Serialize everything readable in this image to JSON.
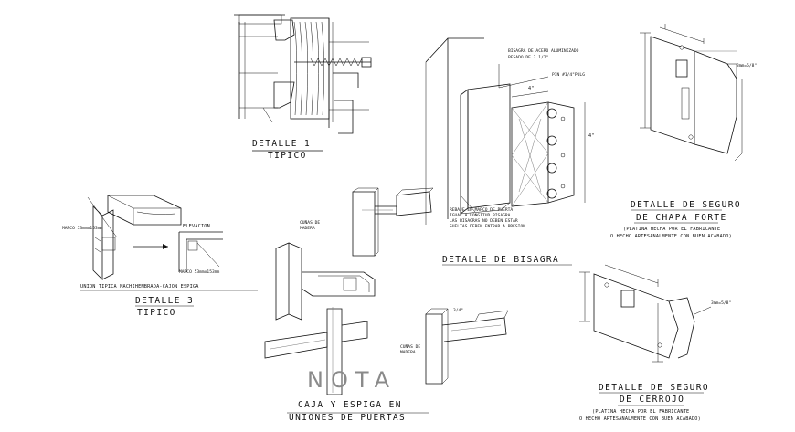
{
  "detalle1": {
    "title": "DETALLE 1",
    "sub": "TIPICO"
  },
  "detalle3": {
    "title": "DETALLE 3",
    "sub": "TIPICO",
    "caption": "UNION TIPICA MACHIHEMBRADA-CAJON ESPIGA",
    "marco_label": "MARCO 53mmx153mm",
    "elevacion": "ELEVACION",
    "marco_label_2": "MARCO 53mmx153mm"
  },
  "caja_espiga": {
    "line1": "CAJA Y ESPIGA EN",
    "line2": "UNIONES DE PUERTAS",
    "nota": "NOTA",
    "cunas1": "CUÑAS DE MADERA",
    "cunas2": "CUÑAS DE MADERA",
    "dim": "3/4\""
  },
  "bisagra": {
    "title": "DETALLE DE BISAGRA",
    "spec": "BISAGRA DE ACERO ALUMINIZADO",
    "spec2": "PESADO DE 3 1/2\"",
    "pin": "PIN #1/4\"PULG",
    "dim_w": "4\"",
    "dim_h": "4\"",
    "note1": "REBAJE EN MARCO DE PUERTA",
    "note2": "IGUAL A LONGITUD BISAGRA",
    "note3": "LAS BISAGRAS NO DEBEN ESTAR",
    "note4": "SUELTAS DEBEN ENTRAR A PRESION"
  },
  "chapa": {
    "title1": "DETALLE DE SEGURO",
    "title2": "DE CHAPA FORTE",
    "note1": "(PLATINA HECHA POR EL FABRICANTE",
    "note2": "O HECHO ARTESANALMENTE CON BUEN ACABADO)",
    "dim": "3mm=5/8\""
  },
  "cerrojo": {
    "title1": "DETALLE DE SEGURO",
    "title2": "DE CERROJO",
    "note1": "(PLATINA HECHA POR EL FABRICANTE",
    "note2": "O HECHO ARTESANALMENTE CON BUEN ACABADO)",
    "dim": "3mm=5/8\""
  }
}
